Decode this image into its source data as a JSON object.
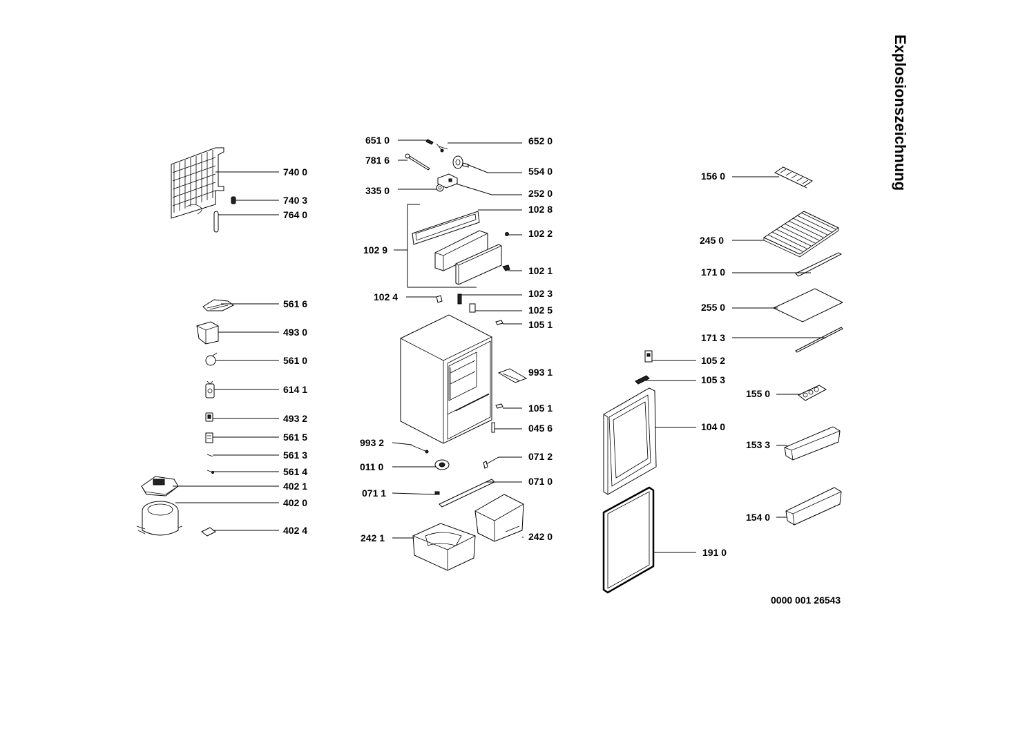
{
  "title": "Explosionszeichnung",
  "document_number": "0000 001 26543",
  "labels": {
    "p7400": "740 0",
    "p7403": "740 3",
    "p7640": "764 0",
    "p5616": "561 6",
    "p4930": "493 0",
    "p5610": "561 0",
    "p6141": "614 1",
    "p4932": "493 2",
    "p5615": "561 5",
    "p5613": "561 3",
    "p5614": "561 4",
    "p4021": "402 1",
    "p4020": "402 0",
    "p4024": "402 4",
    "p6510": "651 0",
    "p6520": "652 0",
    "p7816": "781 6",
    "p5540": "554 0",
    "p3350": "335 0",
    "p2520": "252 0",
    "p1028": "102 8",
    "p1022": "102 2",
    "p1029": "102 9",
    "p1021": "102 1",
    "p1023": "102 3",
    "p1024": "102 4",
    "p1025": "102 5",
    "p1051a": "105 1",
    "p9931": "993 1",
    "p1051b": "105 1",
    "p0456": "045 6",
    "p9932": "993 2",
    "p0712": "071 2",
    "p0110": "011 0",
    "p0710": "071 0",
    "p0711": "071 1",
    "p2421": "242 1",
    "p2420": "242 0",
    "p1560": "156 0",
    "p2450": "245 0",
    "p1710": "171 0",
    "p2550": "255 0",
    "p1713": "171 3",
    "p1052": "105 2",
    "p1053": "105 3",
    "p1550": "155 0",
    "p1040": "104 0",
    "p1533": "153 3",
    "p1540": "154 0",
    "p1910": "191 0"
  }
}
